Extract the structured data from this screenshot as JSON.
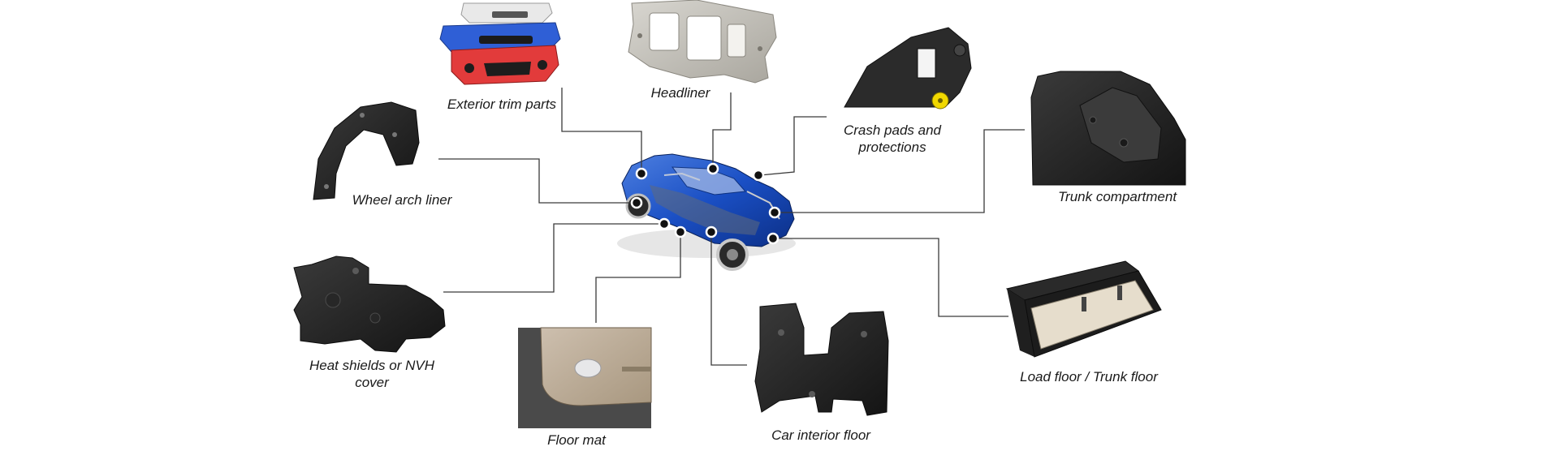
{
  "parts": {
    "exterior_trim": "Exterior trim parts",
    "headliner": "Headliner",
    "crash_pads": [
      "Crash pads and",
      "protections"
    ],
    "wheel_arch": "Wheel arch liner",
    "trunk": "Trunk compartment",
    "heat_shields": [
      "Heat shields or NVH",
      "cover"
    ],
    "floor_mat": "Floor mat",
    "interior_floor": "Car interior floor",
    "load_floor": "Load floor / Trunk floor"
  }
}
